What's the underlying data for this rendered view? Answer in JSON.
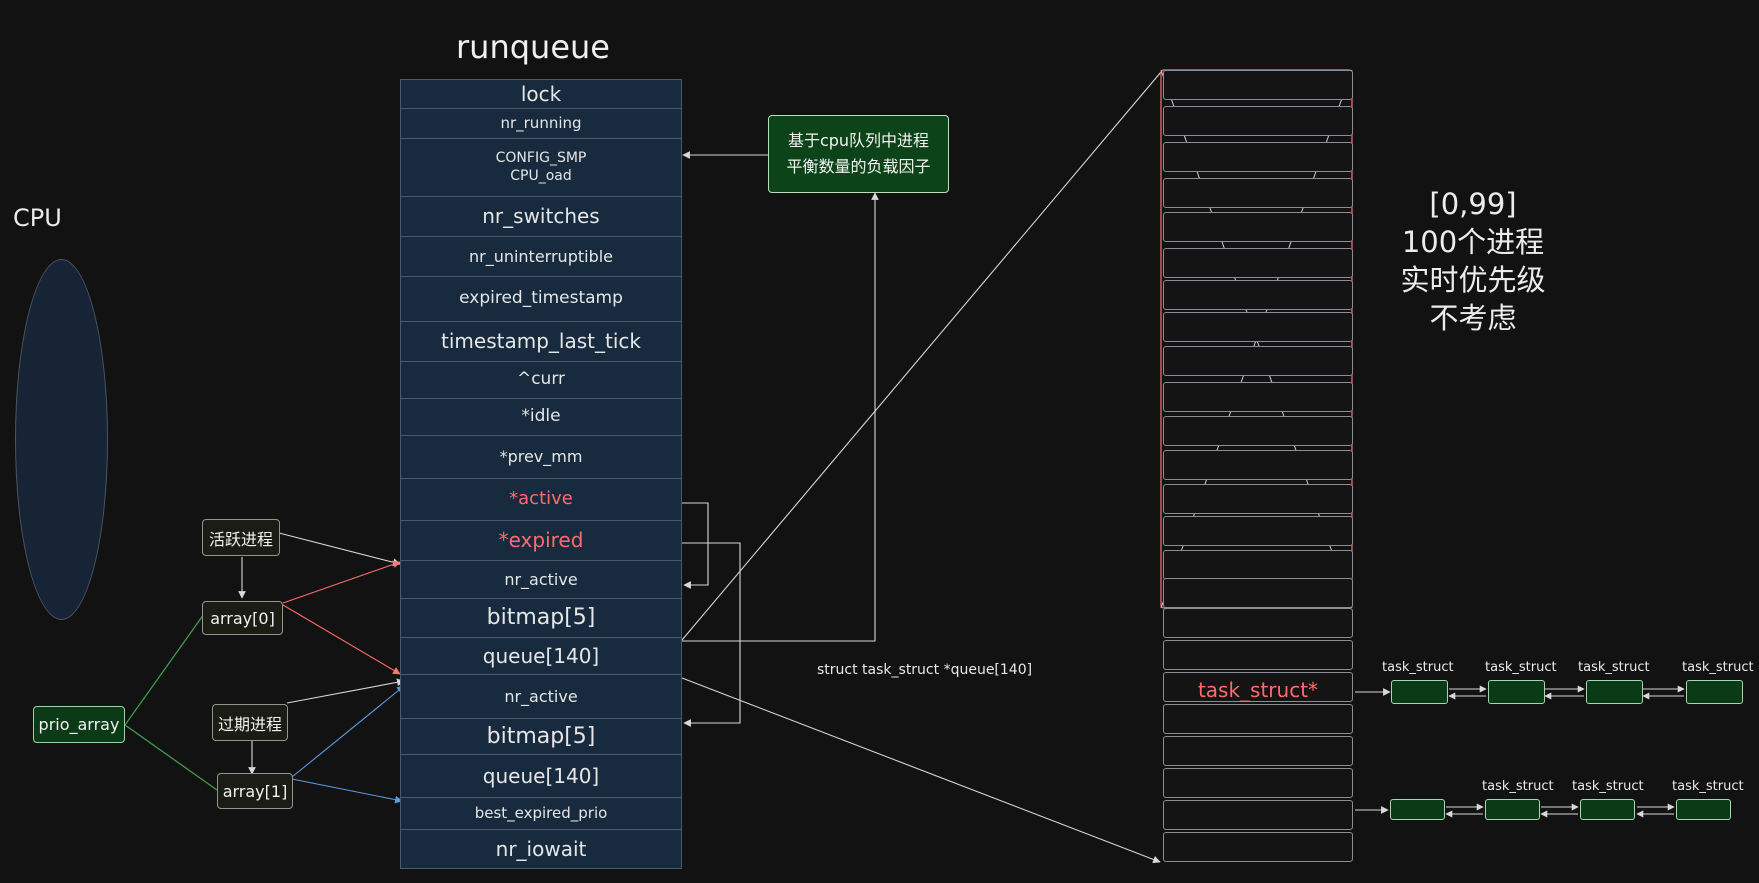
{
  "title": "runqueue",
  "cpu_label": "CPU",
  "runqueue": {
    "rows": [
      {
        "label": "lock",
        "h": 29,
        "fs": 20
      },
      {
        "label": "nr_running",
        "h": 30,
        "fs": 15
      },
      {
        "label": "CONFIG_SMP\nCPU_oad",
        "h": 58,
        "fs": 14
      },
      {
        "label": "nr_switches",
        "h": 40,
        "fs": 20
      },
      {
        "label": "nr_uninterruptible",
        "h": 40,
        "fs": 16
      },
      {
        "label": "expired_timestamp",
        "h": 45,
        "fs": 17
      },
      {
        "label": "timestamp_last_tick",
        "h": 40,
        "fs": 20
      },
      {
        "label": "^curr",
        "h": 37,
        "fs": 17
      },
      {
        "label": "*idle",
        "h": 37,
        "fs": 17
      },
      {
        "label": "*prev_mm",
        "h": 43,
        "fs": 16
      },
      {
        "label": "*active",
        "h": 42,
        "fs": 18,
        "highlight": true
      },
      {
        "label": "*expired",
        "h": 40,
        "fs": 20,
        "highlight": true
      },
      {
        "label": "nr_active",
        "h": 38,
        "fs": 16
      },
      {
        "label": "bitmap[5]",
        "h": 39,
        "fs": 22
      },
      {
        "label": "queue[140]",
        "h": 37,
        "fs": 20
      },
      {
        "label": "nr_active",
        "h": 44,
        "fs": 16
      },
      {
        "label": "bitmap[5]",
        "h": 36,
        "fs": 22
      },
      {
        "label": "queue[140]",
        "h": 43,
        "fs": 20
      },
      {
        "label": "best_expired_prio",
        "h": 32,
        "fs": 15
      },
      {
        "label": "nr_iowait",
        "h": 40,
        "fs": 20
      }
    ]
  },
  "labels": {
    "active_proc": "活跃进程",
    "array0": "array[0]",
    "expired_proc": "过期进程",
    "array1": "array[1]",
    "prio_array": "prio_array"
  },
  "note_load": "基于cpu队列中进程\n平衡数量的负载因子",
  "queue_caption": "struct task_struct *queue[140]",
  "rt_note": "[0,99]\n100个进程\n实时优先级\n不考虑",
  "slot_label": "task_struct*",
  "chain1_labels": [
    "task_struct",
    "task_struct",
    "task_struct",
    "task_struct"
  ],
  "chain2_labels": [
    "task_struct",
    "task_struct",
    "task_struct"
  ],
  "colors": {
    "background": "#121212",
    "highlight_red": "#ff6b6b",
    "green_fill": "#0b3a16",
    "navy_fill": "#172a3e",
    "blue_outline": "#4d8fd6",
    "red_outline": "#e06464"
  }
}
